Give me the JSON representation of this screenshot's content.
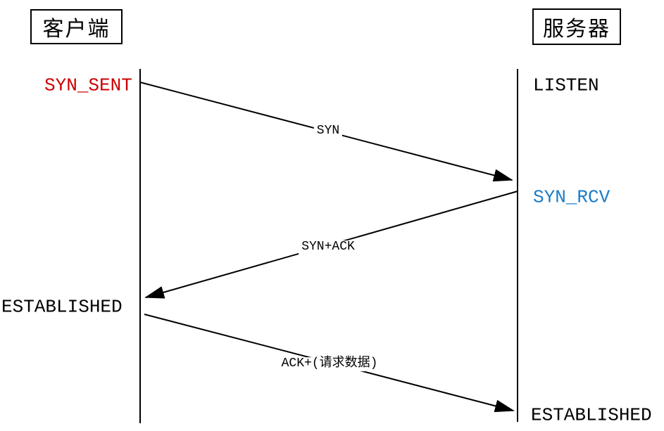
{
  "diagram": {
    "kind": "tcp-three-way-handshake-sequence",
    "actors": {
      "client": {
        "label": "客户端"
      },
      "server": {
        "label": "服务器"
      }
    },
    "client_states": {
      "syn_sent": "SYN_SENT",
      "established": "ESTABLISHED"
    },
    "server_states": {
      "listen": "LISTEN",
      "syn_rcv": "SYN_RCV",
      "established": "ESTABLISHED"
    },
    "messages": {
      "syn": "SYN",
      "syn_ack": "SYN+ACK",
      "ack_data": "ACK+(请求数据)"
    },
    "colors": {
      "client_state_highlight": "#cc0000",
      "server_state_highlight": "#1b7cc8",
      "stroke": "#000000",
      "background": "#ffffff"
    }
  }
}
